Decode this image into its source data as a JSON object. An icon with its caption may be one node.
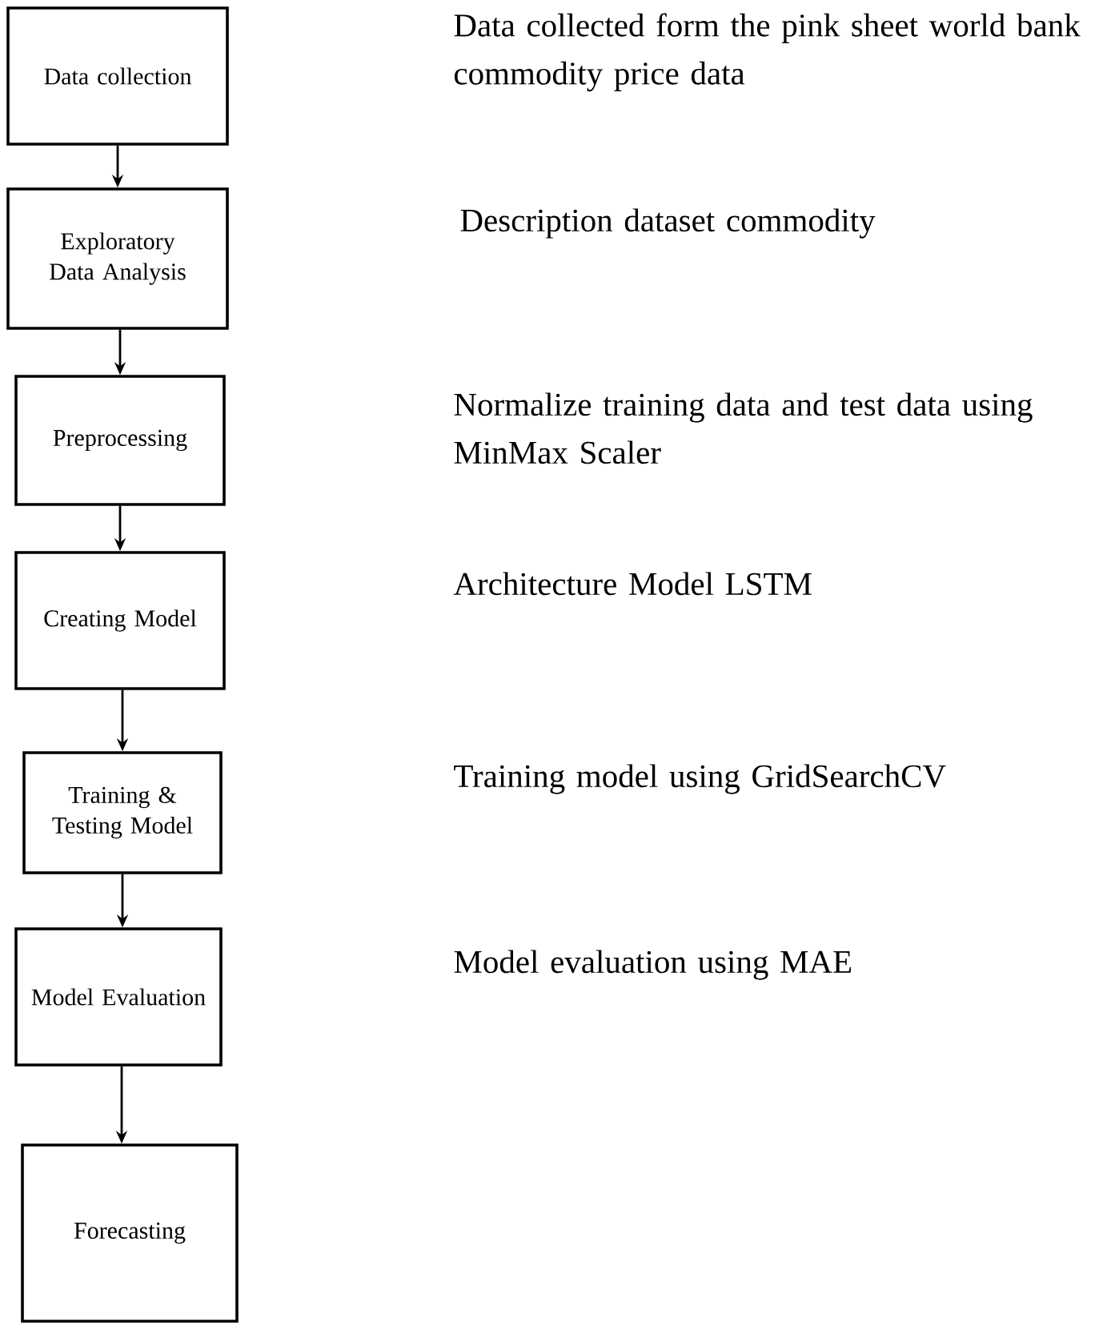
{
  "diagram": {
    "nodes": [
      {
        "text": [
          "Data collection"
        ]
      },
      {
        "text": [
          "Exploratory Data Analysis"
        ]
      },
      {
        "text": [
          "Preprocessing"
        ]
      },
      {
        "text": [
          "Creating Model"
        ]
      },
      {
        "text": [
          "Training & Testing Model"
        ]
      },
      {
        "text": [
          "Model Evaluation"
        ]
      },
      {
        "text": [
          "Forecasting"
        ]
      }
    ],
    "edges": [
      {
        "from": 0,
        "to": 1,
        "arrow": "to"
      },
      {
        "from": 1,
        "to": 2,
        "arrow": "to"
      },
      {
        "from": 2,
        "to": 3,
        "arrow": "to"
      },
      {
        "from": 3,
        "to": 4,
        "arrow": "to"
      },
      {
        "from": 4,
        "to": 5,
        "arrow": "to"
      },
      {
        "from": 5,
        "to": 6,
        "arrow": "to"
      }
    ],
    "labels": [
      "Data collected form the pink sheet world bank commodity price data",
      "Description dataset commodity",
      "Normalize training data and test data using MinMax Scaler",
      "Architecture Model LSTM",
      "Training model using GridSearchCV",
      "Model evaluation using MAE"
    ]
  }
}
